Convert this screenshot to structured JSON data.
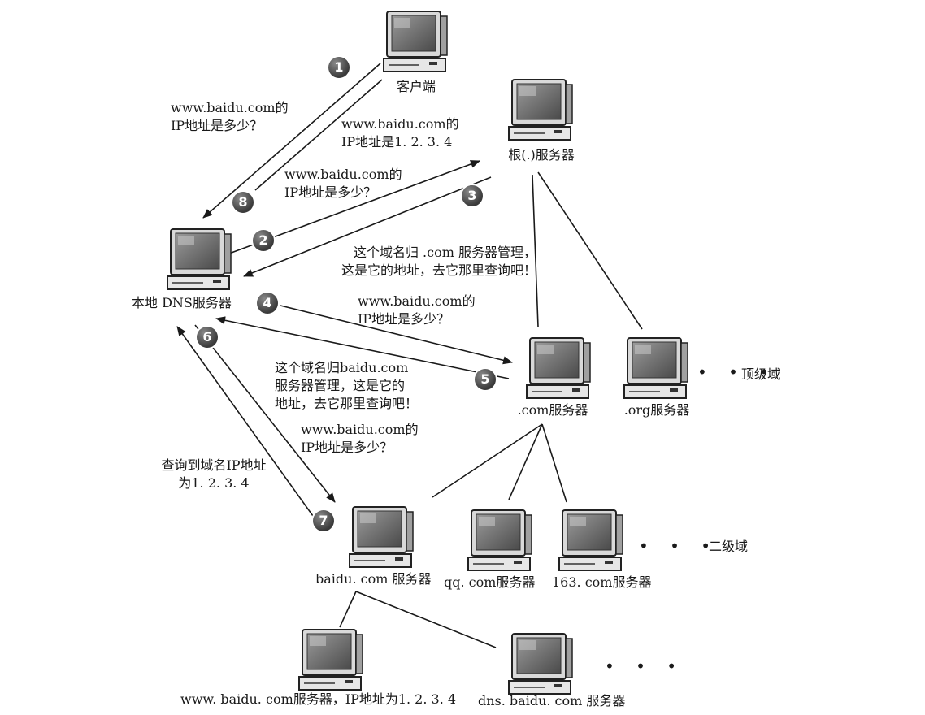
{
  "nodes": {
    "client": "客户端",
    "root": "根(.)服务器",
    "local_dns": "本地 DNS服务器",
    "com": ".com服务器",
    "org": ".org服务器",
    "baidu": "baidu. com 服务器",
    "qq": "qq. com服务器",
    "n163": "163. com服务器",
    "www": "www. baidu. com服务器，IP地址为1. 2. 3. 4",
    "dns": "dns. baidu. com 服务器"
  },
  "levels": {
    "tld": "顶级域",
    "sld": "二级域"
  },
  "messages": {
    "m1": [
      "www.baidu.com的",
      "IP地址是多少？"
    ],
    "m8": [
      "www.baidu.com的",
      "IP地址是1. 2. 3. 4"
    ],
    "m2": [
      "www.baidu.com的",
      "IP地址是多少？"
    ],
    "m3": [
      "这个域名归 .com 服务器管理，",
      "这是它的地址，去它那里查询吧！"
    ],
    "m4": [
      "www.baidu.com的",
      "IP地址是多少？"
    ],
    "m5": [
      "这个域名归baidu.com",
      "服务器管理，这是它的",
      "地址，去它那里查询吧！"
    ],
    "m6": [
      "www.baidu.com的",
      "IP地址是多少？"
    ],
    "m7": [
      "查询到域名IP地址",
      "为1. 2. 3. 4"
    ]
  },
  "steps": [
    "1",
    "2",
    "3",
    "4",
    "5",
    "6",
    "7",
    "8"
  ],
  "ellipsis": "• • •"
}
